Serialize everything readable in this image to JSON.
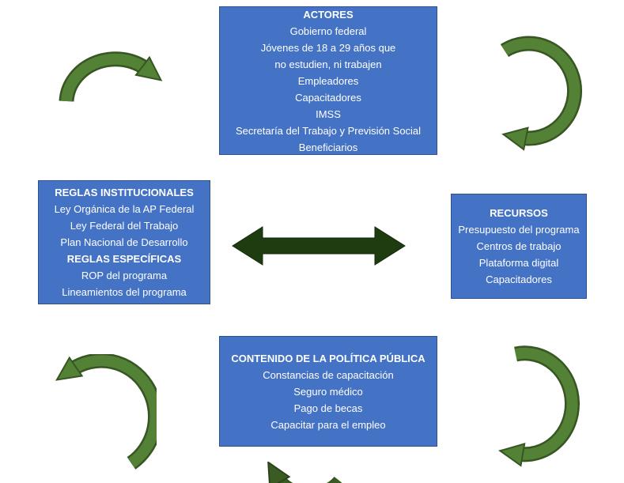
{
  "colors": {
    "box_blue": "#4472C4",
    "box_border": "#2F528F",
    "text_white": "#FFFFFF",
    "cycle_arrow_green": "#538135",
    "cycle_arrow_outline": "#375623",
    "center_arrow_dark_green": "#1E3C10"
  },
  "icons": {
    "center": "double-headed-arrow-icon",
    "cycle": "curved-arrow-icon"
  },
  "boxes": {
    "actores": {
      "title": "ACTORES",
      "lines": [
        "Gobierno federal",
        "Jóvenes de 18 a 29 años que",
        "no estudien, ni trabajen",
        "Empleadores",
        "Capacitadores",
        "IMSS",
        "Secretaría del Trabajo y Previsión Social",
        "Beneficiarios"
      ]
    },
    "reglas": {
      "title": "REGLAS INSTITUCIONALES",
      "lines_top": [
        "Ley Orgánica de la AP Federal",
        "Ley Federal del Trabajo",
        "Plan Nacional de Desarrollo"
      ],
      "subtitle": "REGLAS ESPECÍFICAS",
      "lines_bottom": [
        "ROP del programa",
        "Lineamientos del programa"
      ]
    },
    "recursos": {
      "title": "RECURSOS",
      "lines": [
        "Presupuesto del programa",
        "Centros de trabajo",
        "Plataforma digital",
        "Capacitadores"
      ]
    },
    "contenido": {
      "title": "CONTENIDO DE LA POLÍTICA PÚBLICA",
      "lines": [
        "Constancias de capacitación",
        "Seguro médico",
        "Pago de becas",
        "Capacitar para el empleo"
      ]
    }
  }
}
